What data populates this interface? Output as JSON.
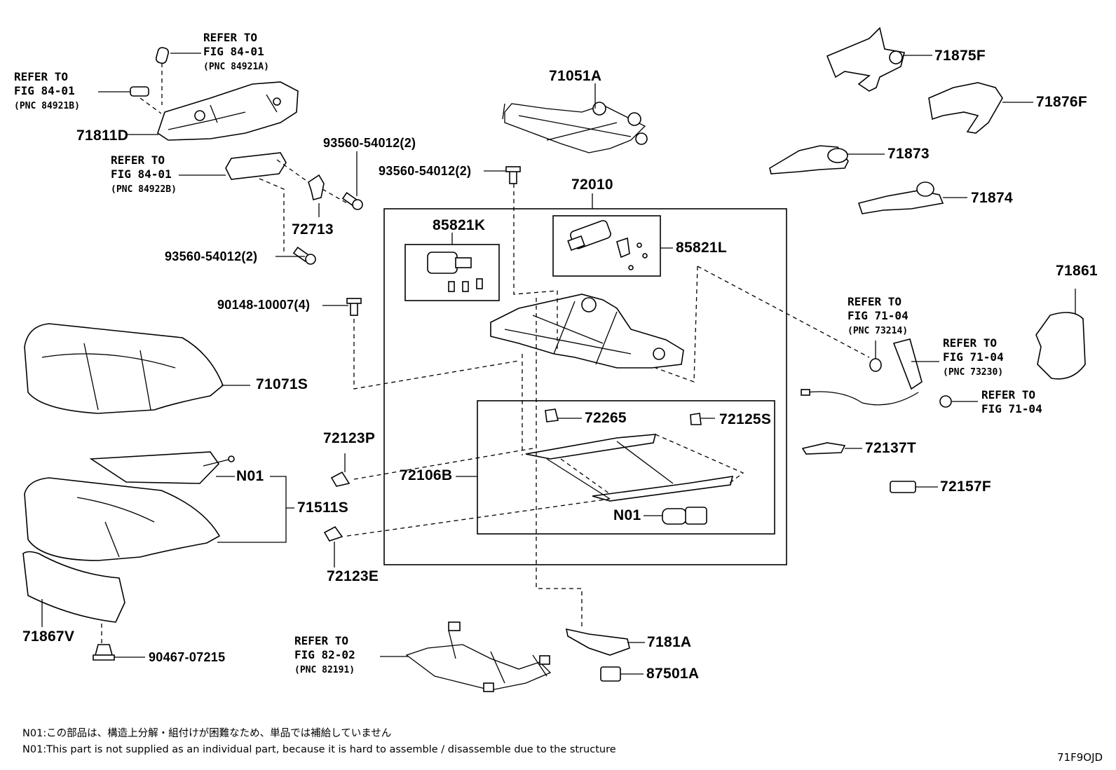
{
  "labels": {
    "p71811D": "71811D",
    "p93560_a": "93560-54012(2)",
    "p93560_b": "93560-54012(2)",
    "p93560_c": "93560-54012(2)",
    "p72713": "72713",
    "p90148": "90148-10007(4)",
    "p71071S": "71071S",
    "pN01_a": "N01",
    "p71511S": "71511S",
    "p71867V": "71867V",
    "p90467": "90467-07215",
    "p71051A": "71051A",
    "p72010": "72010",
    "p85821K": "85821K",
    "p85821L": "85821L",
    "p72123P": "72123P",
    "p72106B": "72106B",
    "p72265": "72265",
    "p72125S": "72125S",
    "pN01_b": "N01",
    "p72123E": "72123E",
    "p7181A": "7181A",
    "p87501A": "87501A",
    "p71875F": "71875F",
    "p71876F": "71876F",
    "p71873": "71873",
    "p71874": "71874",
    "p71861": "71861",
    "p72137T": "72137T",
    "p72157F": "72157F"
  },
  "refs": {
    "r1": {
      "line1": "REFER TO",
      "line2": "FIG 84-01",
      "pnc": "(PNC 84921A)"
    },
    "r2": {
      "line1": "REFER TO",
      "line2": "FIG 84-01",
      "pnc": "(PNC 84921B)"
    },
    "r3": {
      "line1": "REFER TO",
      "line2": "FIG 84-01",
      "pnc": "(PNC 84922B)"
    },
    "r4": {
      "line1": "REFER TO",
      "line2": "FIG 71-04",
      "pnc": "(PNC 73214)"
    },
    "r5": {
      "line1": "REFER TO",
      "line2": "FIG 71-04",
      "pnc": "(PNC 73230)"
    },
    "r6": {
      "line1": "REFER TO",
      "line2": "FIG 71-04"
    },
    "r7": {
      "line1": "REFER TO",
      "line2": "FIG 82-02",
      "pnc": "(PNC 82191)"
    }
  },
  "notes": {
    "jp": "N01:この部品は、構造上分解・組付けが困難なため、単品では補給していません",
    "en": "N01:This part is not supplied as an individual part, because it is hard to assemble / disassemble due to the structure"
  },
  "figure_id": "71F9OJD"
}
